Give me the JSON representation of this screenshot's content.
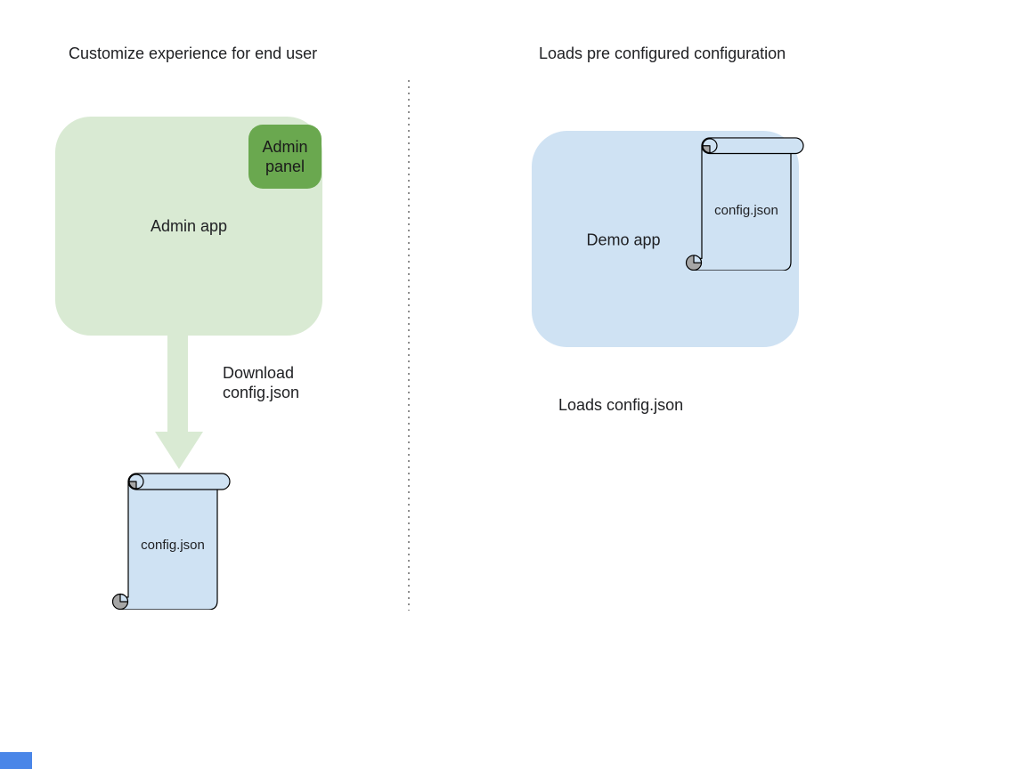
{
  "left": {
    "title": "Customize experience for end user",
    "admin_app_label": "Admin app",
    "admin_panel_label": "Admin panel",
    "download_line1": "Download",
    "download_line2": "config.json",
    "scroll_label": "config.json"
  },
  "right": {
    "title": "Loads pre configured configuration",
    "demo_app_label": "Demo app",
    "scroll_label": "config.json",
    "caption": "Loads config.json"
  },
  "palette": {
    "admin_app_fill": "#d9ead3",
    "admin_panel_fill": "#6aa84f",
    "arrow_fill": "#d9ead3",
    "scroll_and_demo_fill": "#cfe2f3",
    "scroll_outline": "#000000",
    "curl_gray": "#a6a6a6",
    "divider_gray": "#8f8f8f",
    "text_color": "#202124",
    "corner_square_blue": "#4a86e8"
  }
}
